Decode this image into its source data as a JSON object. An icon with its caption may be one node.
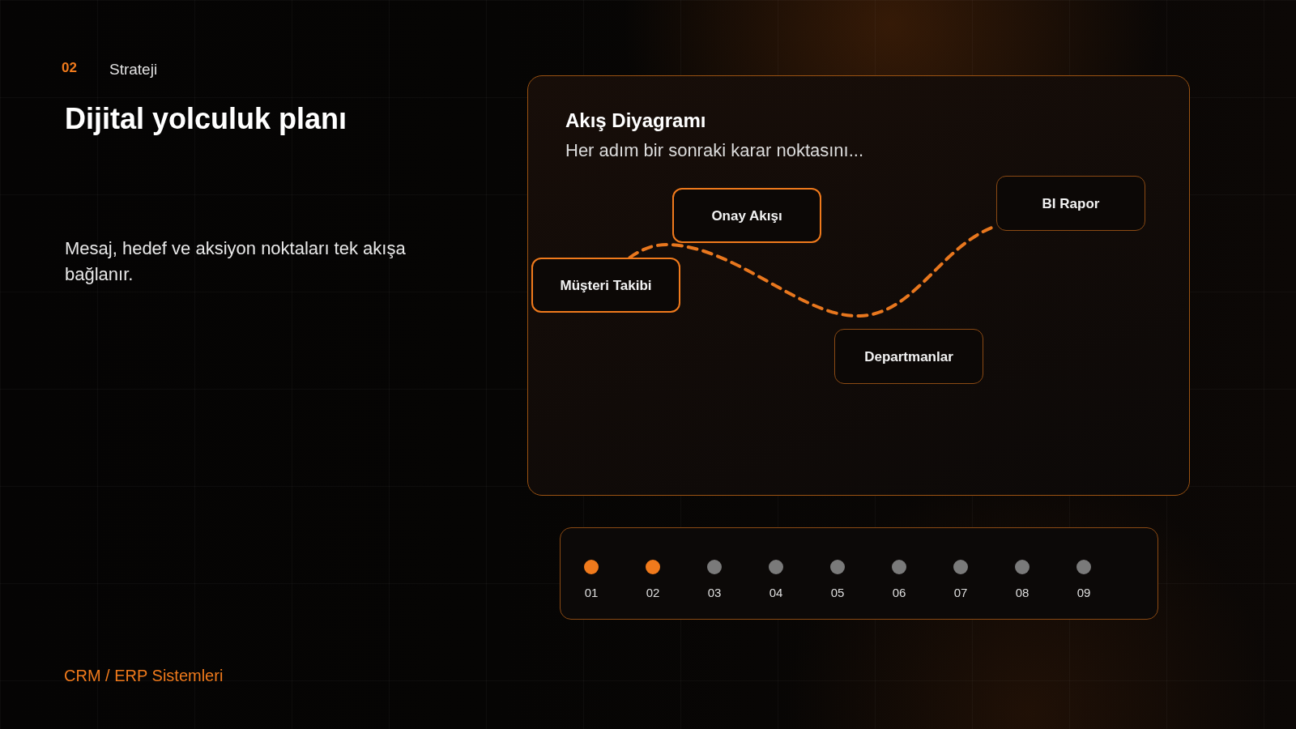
{
  "diagram": {
    "title": "Dijital yolculuk planı",
    "nodes": [
      {
        "text": [
          "Akış Diyagramı",
          "Her adım bir sonraki karar noktasını..."
        ]
      },
      {
        "text": [
          "Müşteri Takibi"
        ],
        "in": 0
      },
      {
        "text": [
          "Onay Akışı"
        ],
        "in": 0
      },
      {
        "text": [
          "Departmanlar"
        ],
        "in": 0
      },
      {
        "text": [
          "BI Rapor"
        ],
        "in": 0
      },
      {
        "text": [
          "01",
          "02",
          "03",
          "04",
          "05",
          "06",
          "07",
          "08",
          "09"
        ]
      }
    ],
    "edges": [
      {
        "from": 1,
        "to": 4,
        "arrow": "none",
        "style": "dashed"
      }
    ],
    "labels": [
      "02",
      "Strateji",
      "Mesaj, hedef ve aksiyon noktaları tek akışa bağlanır.",
      "CRM / ERP Sistemleri"
    ]
  }
}
